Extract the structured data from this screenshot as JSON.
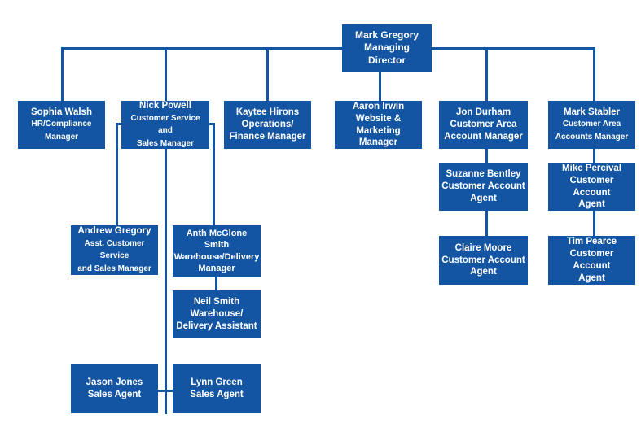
{
  "nodes": {
    "mark_gregory": {
      "name": "Mark Gregory",
      "role": "Managing Director"
    },
    "sophia_walsh": {
      "name": "Sophia Walsh",
      "role_lines": [
        "HR/Compliance",
        "Manager"
      ]
    },
    "nick_powell": {
      "name": "Nick Powell",
      "role_lines": [
        "Customer Service and",
        "Sales Manager"
      ]
    },
    "kaytee_hirons": {
      "name": "Kaytee Hirons",
      "role_lines": [
        "Operations/",
        "Finance Manager"
      ]
    },
    "aaron_irwin": {
      "name": "Aaron Irwin",
      "role_lines": [
        "Website &",
        "Marketing Manager"
      ]
    },
    "jon_durham": {
      "name": "Jon Durham",
      "role_lines": [
        "Customer Area",
        "Account Manager"
      ]
    },
    "mark_stabler": {
      "name": "Mark Stabler",
      "role_lines": [
        "Customer Area",
        "Accounts Manager"
      ]
    },
    "andrew_gregory": {
      "name": "Andrew Gregory",
      "role_lines": [
        "Asst. Customer Service",
        "and Sales Manager"
      ]
    },
    "anth_mcglone_smith": {
      "name": "Anth McGlone Smith",
      "role_lines": [
        "Warehouse/Delivery",
        "Manager"
      ]
    },
    "neil_smith": {
      "name": "Neil Smith",
      "role_lines": [
        "Warehouse/",
        "Delivery Assistant"
      ]
    },
    "suzanne_bentley": {
      "name": "Suzanne Bentley",
      "role_lines": [
        "Customer Account",
        "Agent"
      ]
    },
    "claire_moore": {
      "name": "Claire Moore",
      "role_lines": [
        "Customer Account",
        "Agent"
      ]
    },
    "mike_percival": {
      "name": "Mike Percival",
      "role_lines": [
        "Customer Account",
        "Agent"
      ]
    },
    "tim_pearce": {
      "name": "Tim Pearce",
      "role_lines": [
        "Customer Account",
        "Agent"
      ]
    },
    "jason_jones": {
      "name": "Jason Jones",
      "role": "Sales Agent"
    },
    "lynn_green": {
      "name": "Lynn Green",
      "role": "Sales Agent"
    }
  },
  "colors": {
    "box": "#1455a3",
    "line": "#1455a3",
    "text": "#ffffff"
  }
}
